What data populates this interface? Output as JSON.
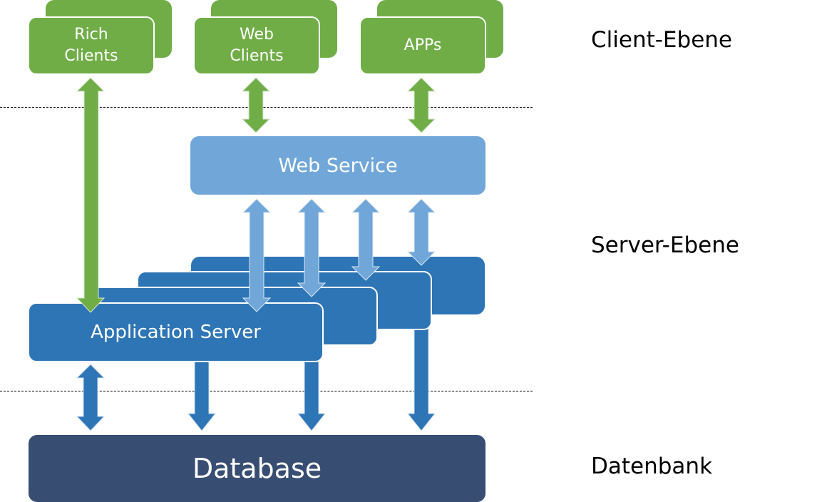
{
  "colors": {
    "client": "#70ad47",
    "web_service": "#70a6d8",
    "app_server": "#2e75b6",
    "database": "#374d72",
    "layer_text": "#000000"
  },
  "clients": [
    {
      "label": "Rich\nClients"
    },
    {
      "label": "Web\nClients"
    },
    {
      "label": "APPs"
    }
  ],
  "web_service": {
    "label": "Web Service"
  },
  "app_server": {
    "label": "Application Server",
    "instances": 4
  },
  "database": {
    "label": "Database"
  },
  "layers": {
    "client": "Client-Ebene",
    "server": "Server-Ebene",
    "database": "Datenbank"
  },
  "connections": [
    {
      "from": "Rich Clients",
      "to": "Application Server",
      "type": "bidirectional"
    },
    {
      "from": "Web Clients",
      "to": "Web Service",
      "type": "bidirectional"
    },
    {
      "from": "APPs",
      "to": "Web Service",
      "type": "bidirectional"
    },
    {
      "from": "Web Service",
      "to": "Application Server 1",
      "type": "bidirectional"
    },
    {
      "from": "Web Service",
      "to": "Application Server 2",
      "type": "bidirectional"
    },
    {
      "from": "Web Service",
      "to": "Application Server 3",
      "type": "bidirectional"
    },
    {
      "from": "Web Service",
      "to": "Application Server 4",
      "type": "bidirectional"
    },
    {
      "from": "Application Server 1",
      "to": "Database",
      "type": "bidirectional"
    },
    {
      "from": "Application Server 2",
      "to": "Database",
      "type": "directed"
    },
    {
      "from": "Application Server 3",
      "to": "Database",
      "type": "directed"
    },
    {
      "from": "Application Server 4",
      "to": "Database",
      "type": "directed"
    }
  ]
}
